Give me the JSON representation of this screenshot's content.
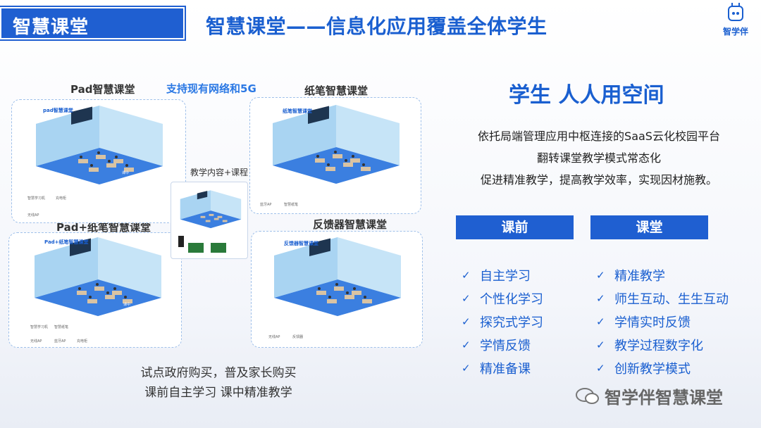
{
  "header": {
    "tag": "智慧课堂",
    "title": "智慧课堂——信息化应用覆盖全体学生",
    "logo_text": "智学伴"
  },
  "panels": {
    "pad": {
      "title": "Pad智慧课堂",
      "inner": "pad智慧课堂",
      "devices": [
        "智慧学习机",
        "无线AP",
        "充电柜"
      ],
      "room_label": "课中"
    },
    "network_note": "支持现有网络和5G",
    "pen": {
      "title": "纸笔智慧课堂",
      "inner": "纸笔智慧课堂",
      "devices": [
        "蓝牙AP",
        "智慧纸笔"
      ],
      "room_label": "课中"
    },
    "center": {
      "title": "教学内容+课程"
    },
    "pad_pen": {
      "title": "Pad+纸笔智慧课堂",
      "inner": "Pad+纸笔智慧课堂",
      "devices": [
        "智慧学习机",
        "智慧纸笔",
        "无线AP",
        "蓝牙AP",
        "充电柜"
      ],
      "room_label": "课中"
    },
    "feedback": {
      "title": "反馈器智慧课堂",
      "inner": "反馈器智慧课堂",
      "devices": [
        "无线AP",
        "反馈器"
      ],
      "room_label": "课中"
    }
  },
  "bottom_lines": [
    "试点政府购买，普及家长购买",
    "课前自主学习 课中精准教学"
  ],
  "right": {
    "title": "学生 人人用空间",
    "desc": [
      "依托局端管理应用中枢连接的SaaS云化校园平台",
      "翻转课堂教学模式常态化",
      "促进精准教学，提高教学效率，实现因材施教。"
    ],
    "categories": [
      {
        "label": "课前",
        "items": [
          "自主学习",
          "个性化学习",
          "探究式学习",
          "学情反馈",
          "精准备课"
        ]
      },
      {
        "label": "课堂",
        "items": [
          "精准教学",
          "师生互动、生生互动",
          "学情实时反馈",
          "教学过程数字化",
          "创新教学模式"
        ]
      }
    ]
  },
  "watermark": "智学伴智慧课堂",
  "colors": {
    "brand_blue": "#1f5fd1",
    "title_blue": "#1a5fd0",
    "floor_blue": "#3b7fe0",
    "wall_blue": "#a9d4f2"
  }
}
